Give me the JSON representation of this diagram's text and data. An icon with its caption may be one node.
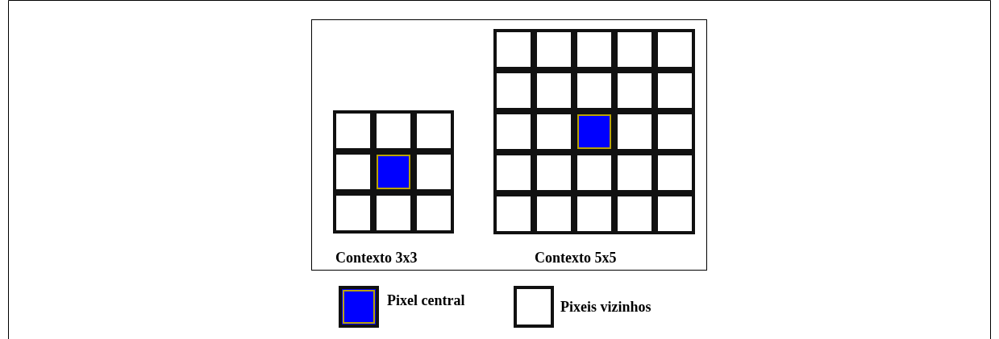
{
  "diagram": {
    "labels": [
      "Contexto 3x3",
      "Contexto 5x5"
    ],
    "legend": [
      {
        "text": "Pixel central",
        "color": "#0000ff"
      },
      {
        "text": "Pixeis vizinhos"
      }
    ]
  }
}
